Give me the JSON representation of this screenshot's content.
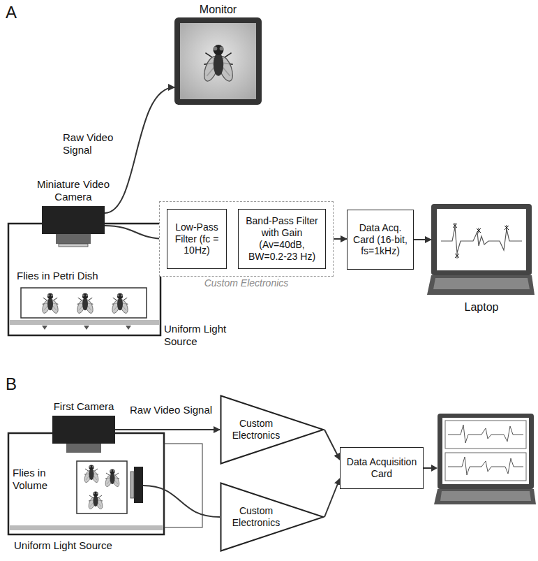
{
  "diagram": {
    "nodes": [
      {
        "text": [
          "Monitor"
        ]
      },
      {
        "text": [
          "Miniature Video Camera"
        ]
      },
      {
        "text": [
          "Custom Electronics"
        ]
      },
      {
        "text": [
          "Low-Pass Filter (fc = 10Hz)"
        ],
        "in": 2
      },
      {
        "text": [
          "Band-Pass Filter with Gain (Av=40dB, BW=0.2-23 Hz)"
        ],
        "in": 2
      },
      {
        "text": [
          "Data Acq. Card (16-bit, fs=1kHz)"
        ]
      },
      {
        "text": [
          "Laptop"
        ]
      },
      {
        "text": [
          "First Camera"
        ]
      },
      {
        "text": [
          "Custom Electronics"
        ]
      },
      {
        "text": [
          "Data Acquisition Card"
        ]
      },
      {
        "text": [
          "Custom Electronics"
        ]
      }
    ],
    "edges": [
      {
        "from": 1,
        "to": 0,
        "arrow": "to",
        "label": "Raw Video Signal"
      },
      {
        "from": 1,
        "to": 3,
        "arrow": "to"
      },
      {
        "from": 3,
        "to": 4,
        "arrow": "to"
      },
      {
        "from": 4,
        "to": 5,
        "arrow": "to"
      },
      {
        "from": 5,
        "to": 6,
        "arrow": "to"
      },
      {
        "from": 7,
        "to": 8,
        "arrow": "to",
        "label": "Raw Video Signal"
      },
      {
        "from": 8,
        "to": 9,
        "arrow": "to"
      },
      {
        "from": 10,
        "to": 9,
        "arrow": "to"
      }
    ],
    "labels": [
      "A",
      "Flies in Petri Dish",
      "Uniform Light Source",
      "B",
      "Flies in Volume",
      "Uniform Light Source"
    ]
  }
}
